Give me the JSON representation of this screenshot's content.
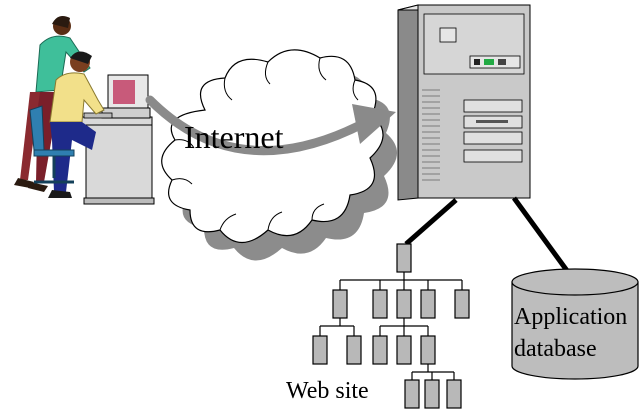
{
  "diagram": {
    "labels": {
      "internet": "Internet",
      "web_site": "Web site",
      "db_line1": "Application",
      "db_line2": "database"
    },
    "colors": {
      "cloud_shadow": "#8c8c8c",
      "server_body": "#c9c9c9",
      "server_dark": "#8a8a8a",
      "node_fill": "#b8b8b8",
      "db_fill": "#bdbdbd",
      "arrow": "#8a8a8a",
      "line": "#000000",
      "shirt_green": "#3fbf9a",
      "shirt_yellow": "#f2e08a",
      "pants_blue": "#1e2a8a",
      "skin": "#7a3f1f",
      "desk": "#d9d9d9"
    },
    "icons": {
      "people": "people-at-computer-icon",
      "server": "server-tower-icon",
      "database": "database-cylinder-icon",
      "tree": "site-tree-icon"
    }
  }
}
